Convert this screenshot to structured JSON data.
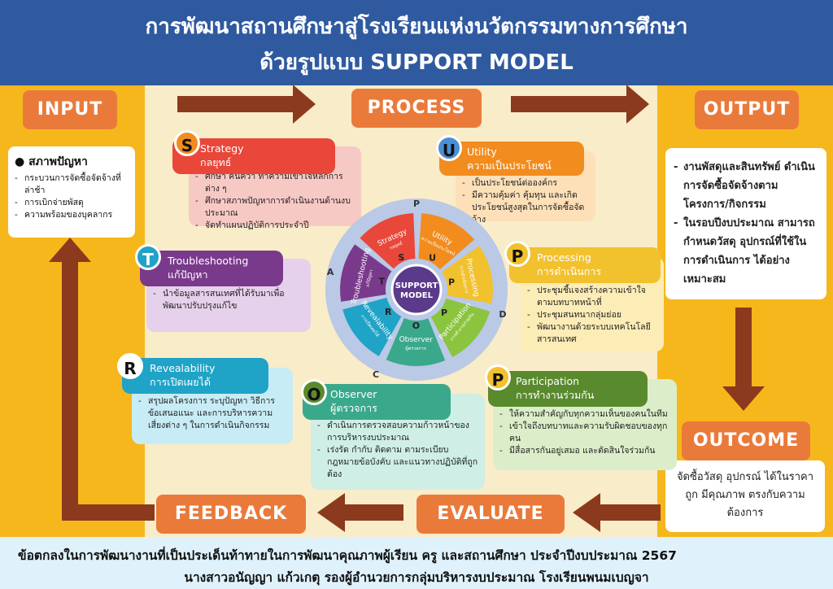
{
  "title_line1": "การพัฒนาสถานศึกษาสู่โรงเรียนแห่งนวัตกรรมทางการศึกษา",
  "title_line2": "ด้วยรูปแบบ SUPPORT MODEL",
  "labels": {
    "input": "INPUT",
    "process": "PROCESS",
    "output": "OUTPUT",
    "outcome": "OUTCOME",
    "evaluate": "EVALUATE",
    "feedback": "FEEDBACK"
  },
  "input_box": {
    "heading": "สภาพปัญหา",
    "items": [
      "กระบวนการจัดซื้อจัดจ้างที่ล่าช้า",
      "การเบิกจ่ายพัสดุ",
      "ความพร้อมของบุคลากร"
    ]
  },
  "output_box": {
    "items": [
      "งานพัสดุและสินทรัพย์ ดำเนินการจัดซื้อจัดจ้างตามโครงการ/กิจกรรม",
      "ในรอบปีงบประมาณ สามารถกำหนดวัสดุ อุปกรณ์ที่ใช้ในการดำเนินการ ได้อย่างเหมาะสม"
    ]
  },
  "outcome_box": {
    "text": "จัดซื้อวัสดุ อุปกรณ์ ได้ในราคาถูก มีคุณภาพ ตรงกับความต้องการ"
  },
  "cards": {
    "s": {
      "letter": "S",
      "en": "Strategy",
      "th": "กลยุทธ์",
      "items": [
        "ศึกษา ค้นคว้า ทำความเข้าใจหลักการต่าง ๆ",
        "ศึกษาสภาพปัญหาการดำเนินงานด้านงบประมาณ",
        "จัดทำแผนปฏิบัติการประจำปี"
      ],
      "color": "#e8473a"
    },
    "u": {
      "letter": "U",
      "en": "Utility",
      "th": "ความเป็นประโยชน์",
      "items": [
        "เป็นประโยชน์ต่อองค์กร",
        "มีความคุ้มค่า คุ้มทุน และเกิดประโยชน์สูงสุดในการจัดซื้อจัดจ้าง"
      ],
      "color": "#f28c1e"
    },
    "p1": {
      "letter": "P",
      "en": "Processing",
      "th": "การดำเนินการ",
      "items": [
        "ประชุมชี้แจงสร้างความเข้าใจตามบทบาทหน้าที่",
        "ประชุมสนทนากลุ่มย่อย",
        "พัฒนางานด้วยระบบเทคโนโลยีสารสนเทศ"
      ],
      "color": "#f2c12e"
    },
    "p2": {
      "letter": "P",
      "en": "Participation",
      "th": "การทำงานร่วมกัน",
      "items": [
        "ให้ความสำคัญกับทุกความเห็นของคนในทีม",
        "เข้าใจถึงบทบาทและความรับผิดชอบของทุกคน",
        "มีสื่อสารกันอยู่เสมอ และตัดสินใจร่วมกัน"
      ],
      "color": "#5a8a2e"
    },
    "o": {
      "letter": "O",
      "en": "Observer",
      "th": "ผู้ตรวจการ",
      "items": [
        "ดำเนินการตรวจสอบความก้าวหน้าของการบริหารงบประมาณ",
        "เร่งรัด กำกับ ติดตาม ตามระเบียบกฎหมายข้อบังคับ และแนวทางปฏิบัติที่ถูกต้อง"
      ],
      "color": "#3aa88a"
    },
    "r": {
      "letter": "R",
      "en": "Revealability",
      "th": "การเปิดเผยได้",
      "items": [
        "สรุปผลโครงการ ระบุปัญหา วิธีการ ข้อเสนอแนะ และการบริหารความเสี่ยงต่าง ๆ ในการดำเนินกิจกรรม"
      ],
      "color": "#1fa3c7"
    },
    "t": {
      "letter": "T",
      "en": "Troubleshooting",
      "th": "แก้ปัญหา",
      "items": [
        "นำข้อมูลสารสนเทศที่ได้รับมาเพื่อพัฒนาปรับปรุงแก้ไข"
      ],
      "color": "#7a3a8c"
    }
  },
  "wheel": {
    "center_line1": "SUPPORT",
    "center_line2": "MODEL",
    "segments": [
      {
        "en": "Strategy",
        "th": "กลยุทธ์",
        "color": "#e8473a"
      },
      {
        "en": "Utility",
        "th": "ความเป็นประโยชน์",
        "color": "#f28c1e"
      },
      {
        "en": "Processing",
        "th": "การดำเนินการ",
        "color": "#f2c12e"
      },
      {
        "en": "Participation",
        "th": "การทำงานร่วมกัน",
        "color": "#8bc43f"
      },
      {
        "en": "Observer",
        "th": "ผู้ตรวจการ",
        "color": "#3aa88a"
      },
      {
        "en": "Revealability",
        "th": "การเปิดเผยได้",
        "color": "#1fa3c7"
      },
      {
        "en": "Troubleshooting",
        "th": "แก้ปัญหา",
        "color": "#7a3a8c"
      }
    ],
    "inner_letters": [
      "S",
      "U",
      "P",
      "P",
      "O",
      "R",
      "T"
    ],
    "outer_letters": [
      "P",
      "D",
      "C",
      "A"
    ]
  },
  "footer_line1": "ข้อตกลงในการพัฒนางานที่เป็นประเด็นท้าทายในการพัฒนาคุณภาพผู้เรียน ครู และสถานศึกษา ประจำปีงบประมาณ 2567",
  "footer_line2": "นางสาวอนัญญา  แก้วเกตุ  รองผู้อำนวยการกลุ่มบริหารงบประมาณ โรงเรียนพนมเบญจา"
}
